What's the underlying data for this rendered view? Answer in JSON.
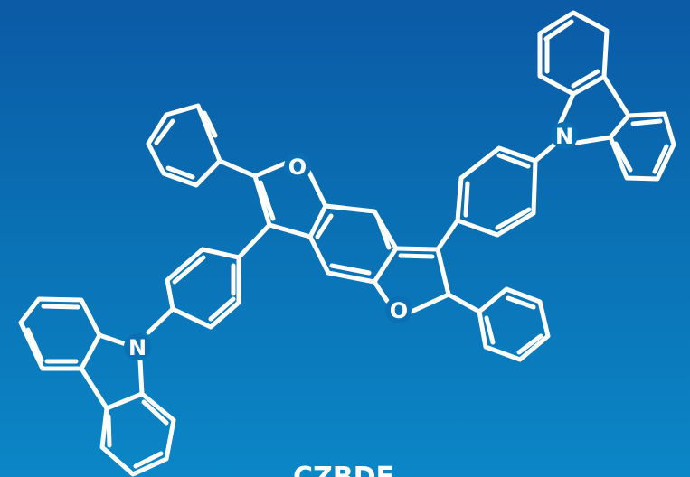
{
  "molecule": {
    "name": "CZBDF",
    "atoms": {
      "oxygen_top": "O",
      "oxygen_bottom": "O",
      "nitrogen_right": "N",
      "nitrogen_left": "N"
    }
  }
}
